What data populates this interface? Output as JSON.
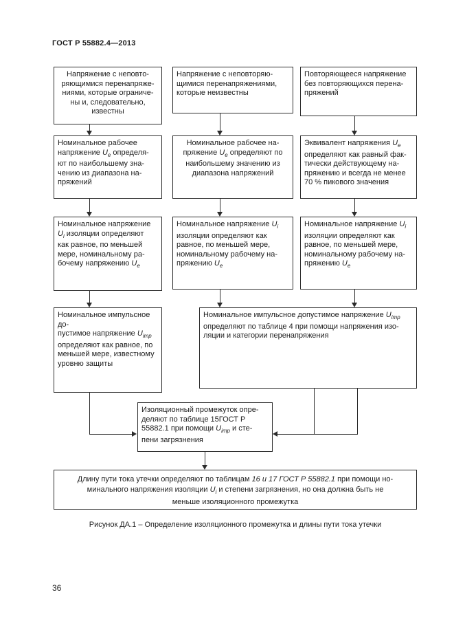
{
  "page": {
    "header": "ГОСТ Р 55882.4—2013",
    "caption": "Рисунок ДА.1 – Определение изоляционного промежутка и длины пути тока утечки",
    "page_number": "36"
  },
  "flowchart": {
    "boxes": {
      "a1": "Напряжение с неповто-<br>ряющимися перенапряже-<br>ниями, которые ограниче-<br>ны и, следовательно,<br>известны",
      "a2": "Напряжение с неповторяю-<br>щимися перенапряжениями,<br>которые неизвестны",
      "a3": "Повторяющееся напряжение<br>без повторяющихся перена-<br>пряжений",
      "b1": "Номинальное рабочее<br>напряжение <i>U<sub>e</sub></i> определя-<br>ют по наибольшему зна-<br>чению из диапазона на-<br>пряжений",
      "b2": "Номинальное рабочее на-<br>пряжение <i>U<sub>e</sub></i> определяют по<br>наибольшему значению из<br>диапазона напряжений",
      "b3": "Эквивалент напряжения <i>U<sub>e</sub></i><br>определяют как равный фак-<br>тически действующему на-<br>пряжению и всегда не менее<br>70 % пикового значения",
      "c1": "Номинальное напряжение<br><i>U<sub>i</sub></i> изоляции определяют<br>как равное, по меньшей<br>мере, номинальному ра-<br>бочему напряжению <i>U<sub>e</sub></i>",
      "c2": "Номинальное напряжение <i>U<sub>i</sub></i><br>изоляции определяют как<br>равное, по меньшей мере,<br>номинальному рабочему на-<br>пряжению <i>U<sub>e</sub></i>",
      "c3": "Номинальное напряжение <i>U<sub>i</sub></i><br>изоляции определяют как<br>равное, по меньшей мере,<br>номинальному рабочему на-<br>пряжению <i>U<sub>e</sub></i>",
      "d1": "Номинальное импульсное до-<br>пустимое напряжение <i>U<sub>imp</sub></i><br>определяют как равное, по<br>меньшей мере, известному<br>уровню защиты",
      "d2": "Номинальное импульсное допустимое напряжение <i>U<sub>imp</sub></i><br>определяют по таблице 4 при помощи напряжения изо-<br>ляции и категории перенапряжения",
      "e": "Изоляционный промежуток опре-<br>деляют по таблице 15ГОСТ Р<br>55882.1 при помощи <i>U<sub>imp</sub></i> и сте-<br>пени загрязнения",
      "f": "Длину пути тока утечки определяют по таблицам <i>16 и 17 ГОСТ Р 55882.1</i> при помощи но-<br>минального напряжения изоляции <i>U<sub>i</sub></i> и степени загрязнения, но она должна быть не<br>меньше изоляционного промежутка"
    }
  }
}
